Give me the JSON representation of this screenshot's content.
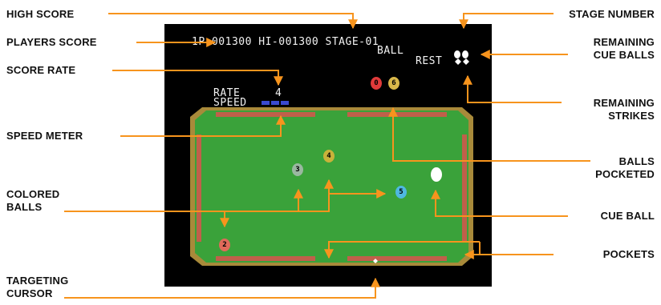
{
  "labels": {
    "high_score": "HIGH SCORE",
    "players_score": "PLAYERS SCORE",
    "score_rate": "SCORE RATE",
    "speed_meter": "SPEED METER",
    "colored_balls": [
      "COLORED",
      "BALLS"
    ],
    "targeting_cursor": [
      "TARGETING",
      "CURSOR"
    ],
    "stage_number": "STAGE NUMBER",
    "remaining_cue_balls": [
      "REMAINING",
      "CUE BALLS"
    ],
    "remaining_strikes": [
      "REMAINING",
      "STRIKES"
    ],
    "balls_pocketed": [
      "BALLS",
      "POCKETED"
    ],
    "cue_ball": "CUE BALL",
    "pockets": "POCKETS"
  },
  "hud": {
    "score_line": "1P-001300 HI-001300 STAGE-01",
    "ball_label": "BALL",
    "rest_label": "REST",
    "rate_label": "RATE",
    "rate_value": "4",
    "speed_label": "SPEED"
  },
  "balls": [
    {
      "number": "0",
      "color": "#e03a3a"
    },
    {
      "number": "6",
      "color": "#d9b84a"
    },
    {
      "number": "3",
      "color": "#9ab8a0"
    },
    {
      "number": "4",
      "color": "#c9b23a"
    },
    {
      "number": "5",
      "color": "#4fb8e0"
    },
    {
      "number": "2",
      "color": "#e06a5a"
    }
  ],
  "colors": {
    "arrow": "#f7941d",
    "felt": "#3aa23a",
    "rail": "#c0604a",
    "rail_edge": "#a88a3a",
    "speed_meter": "#3a4ad0",
    "cue_ball": "#ffffff"
  },
  "icons": {
    "remaining_cue_balls": "white-ball-icons",
    "remaining_strikes": "diamond-icons"
  }
}
